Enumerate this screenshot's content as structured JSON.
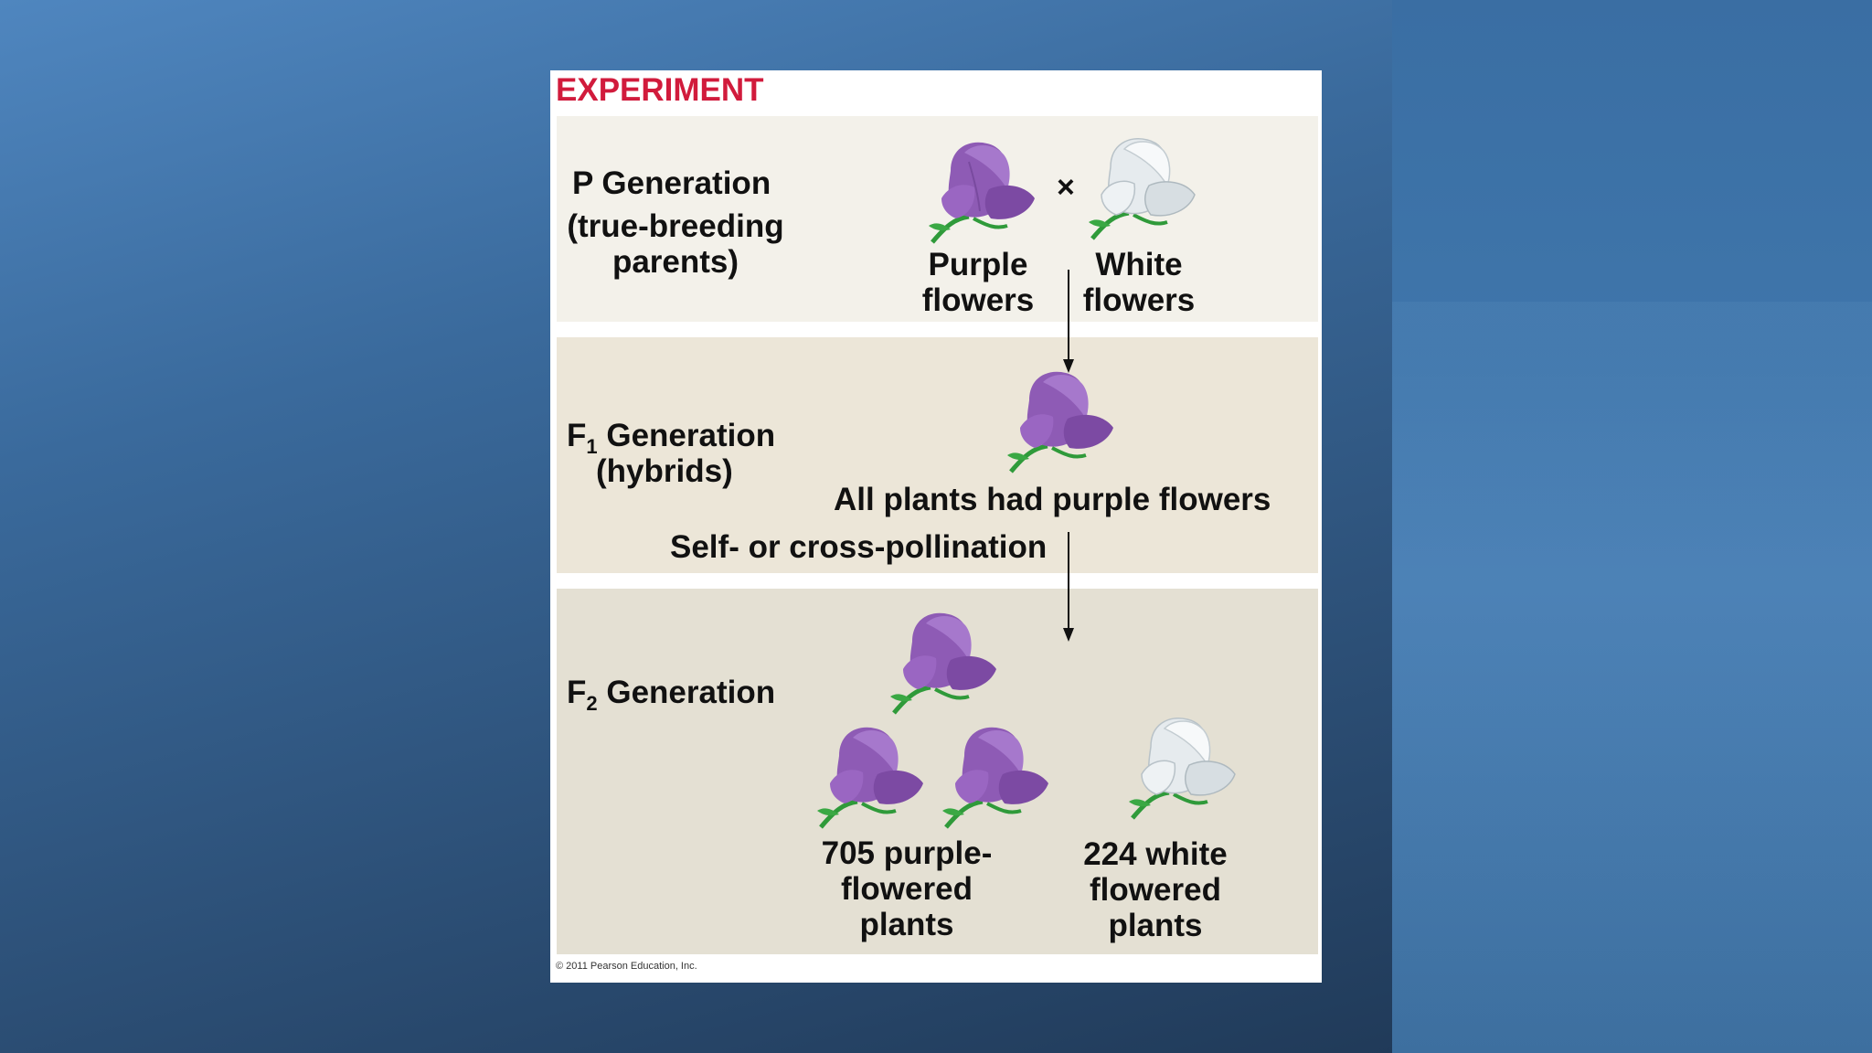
{
  "figure": {
    "title": "EXPERIMENT",
    "copyright": "© 2011 Pearson Education, Inc.",
    "cross_symbol": "×",
    "p_generation": {
      "label_line1": "P Generation",
      "label_line2": "(true-breeding",
      "label_line3": "parents)",
      "purple_line1": "Purple",
      "purple_line2": "flowers",
      "white_line1": "White",
      "white_line2": "flowers"
    },
    "f1_generation": {
      "label_prefix": "F",
      "label_sub": "1",
      "label_suffix": " Generation",
      "label_line2": "(hybrids)",
      "result": "All plants had purple flowers",
      "pollination": "Self- or cross-pollination"
    },
    "f2_generation": {
      "label_prefix": "F",
      "label_sub": "2",
      "label_suffix": " Generation",
      "purple_line1": "705 purple-",
      "purple_line2": "flowered",
      "purple_line3": "plants",
      "white_line1": "224 white",
      "white_line2": "flowered",
      "white_line3": "plants"
    }
  },
  "colors": {
    "title": "#d11b3c",
    "purple_petal": "#8e5bb5",
    "white_petal": "#e9eef0",
    "stem": "#2f9a3a"
  }
}
